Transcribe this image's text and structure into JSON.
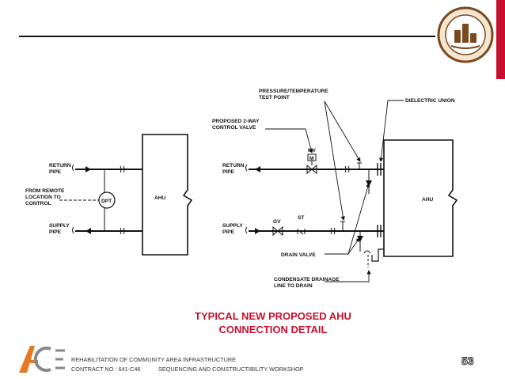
{
  "slide": {
    "caption_line1": "TYPICAL NEW PROPOSED AHU",
    "caption_line2": "CONNECTION DETAIL",
    "footer_line1": "REHABILITATION OF COMMUNITY AREA INFRASTRUCTURE",
    "footer_contract": "CONTRACT NO : 641-C46",
    "footer_workshop": "SEQUENCING AND CONSTRUCTIBILITY WORKSHOP",
    "page_number": "53",
    "colors": {
      "accent": "#c8102e",
      "logo_orange": "#e87722",
      "seal_brown": "#7a4a1e"
    }
  },
  "diagram": {
    "left": {
      "return_pipe": "RETURN\nPIPE",
      "remote": "FROM REMOTE\nLOCATION TO\nCONTROL",
      "dpt": "DPT",
      "supply_pipe": "SUPPLY\nPIPE",
      "ahu": "AHU"
    },
    "right": {
      "pt_point": "PRESSURE/TEMPERATURE\nTEST POINT",
      "control_valve": "PROPOSED 2-WAY\nCONTROL VALVE",
      "dielectric": "DIELECTRIC UNION",
      "mv": "MV",
      "m": "M",
      "return_pipe": "RETURN\nPIPE",
      "supply_pipe": "SUPPLY\nPIPE",
      "gv": "GV",
      "st": "ST",
      "drain_valve": "DRAIN VALVE",
      "condensate": "CONDENSATE DRAINAGE\nLINE TO DRAIN",
      "ahu": "AHU"
    }
  }
}
